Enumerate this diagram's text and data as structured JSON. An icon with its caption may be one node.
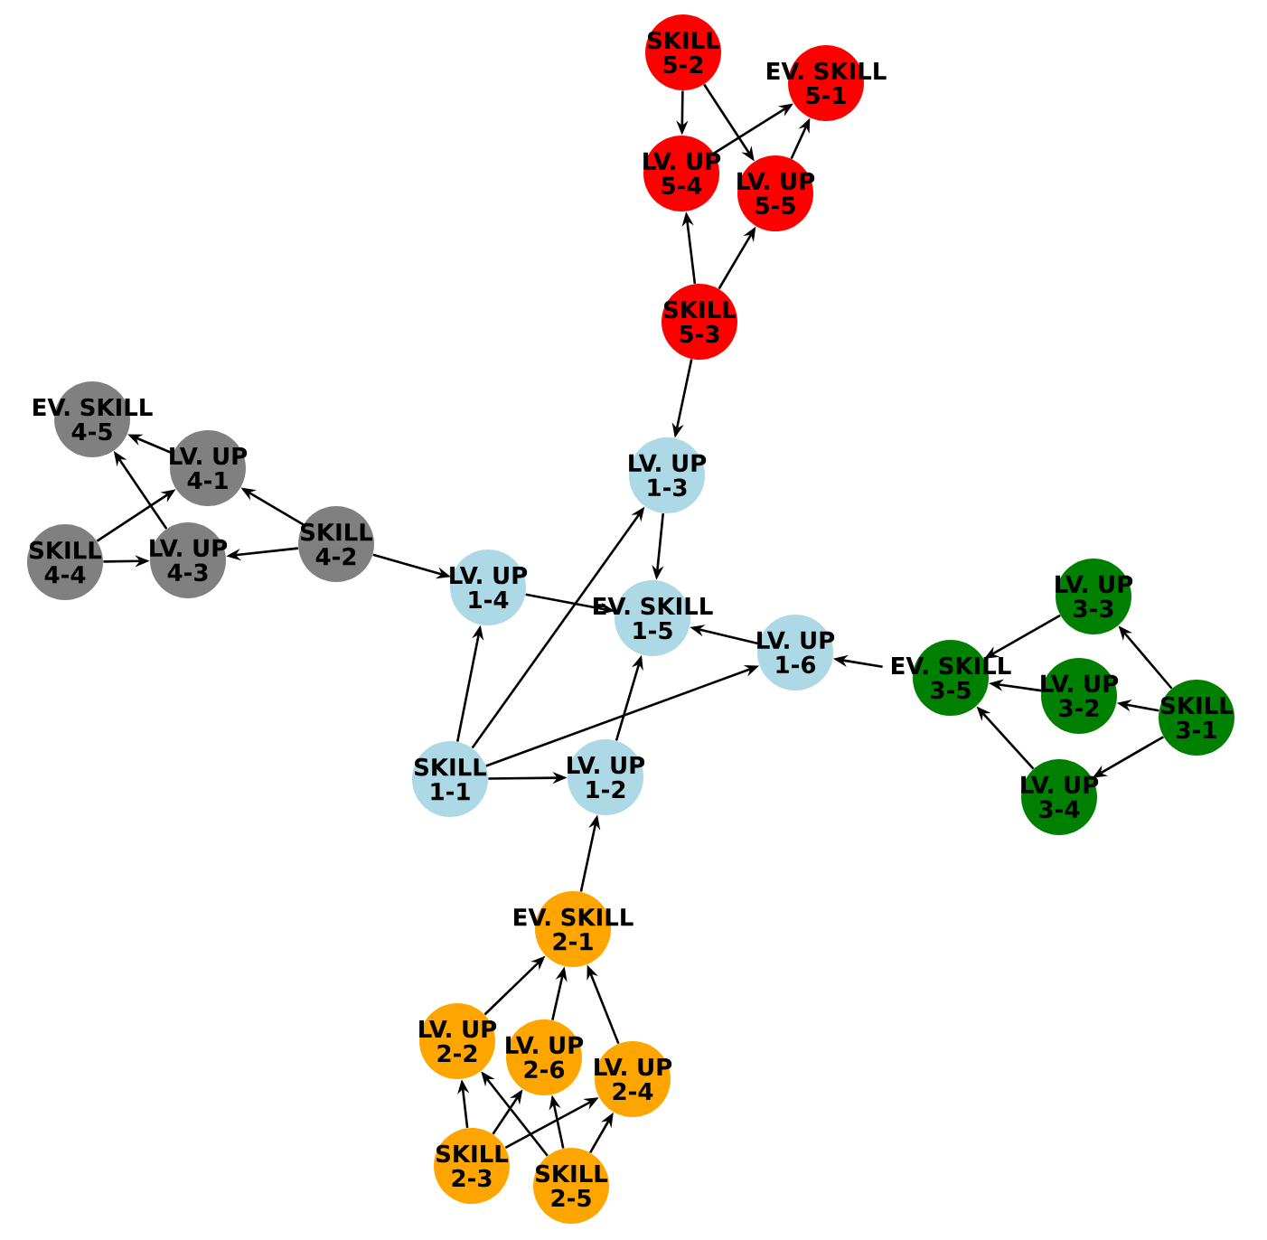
{
  "diagram": {
    "nodes": [
      {
        "text": [
          "SKILL 5-2"
        ]
      },
      {
        "text": [
          "EV. SKILL 5-1"
        ]
      },
      {
        "text": [
          "LV. UP 5-4"
        ]
      },
      {
        "text": [
          "LV. UP 5-5"
        ]
      },
      {
        "text": [
          "SKILL 5-3"
        ]
      },
      {
        "text": [
          "EV. SKILL 4-5"
        ]
      },
      {
        "text": [
          "LV. UP 4-1"
        ]
      },
      {
        "text": [
          "LV. UP 1-3"
        ]
      },
      {
        "text": [
          "SKILL 4-2"
        ]
      },
      {
        "text": [
          "SKILL 4-4"
        ]
      },
      {
        "text": [
          "LV. UP 4-3"
        ]
      },
      {
        "text": [
          "LV. UP 1-4"
        ]
      },
      {
        "text": [
          "LV. UP 3-3"
        ]
      },
      {
        "text": [
          "EV. SKILL 1-5"
        ]
      },
      {
        "text": [
          "LV. UP 1-6"
        ]
      },
      {
        "text": [
          "EV. SKILL 3-5"
        ]
      },
      {
        "text": [
          "LV. UP 3-2"
        ]
      },
      {
        "text": [
          "SKILL 3-1"
        ]
      },
      {
        "text": [
          "SKILL 1-1"
        ]
      },
      {
        "text": [
          "LV. UP 1-2"
        ]
      },
      {
        "text": [
          "LV. UP 3-4"
        ]
      },
      {
        "text": [
          "EV. SKILL 2-1"
        ]
      },
      {
        "text": [
          "LV. UP 2-2"
        ]
      },
      {
        "text": [
          "LV. UP 2-6"
        ]
      },
      {
        "text": [
          "LV. UP 2-4"
        ]
      },
      {
        "text": [
          "SKILL 2-3"
        ]
      },
      {
        "text": [
          "SKILL 2-5"
        ]
      }
    ],
    "edges": [
      {
        "from": 0,
        "to": 2,
        "arrow": "to"
      },
      {
        "from": 0,
        "to": 3,
        "arrow": "to"
      },
      {
        "from": 2,
        "to": 1,
        "arrow": "to"
      },
      {
        "from": 3,
        "to": 1,
        "arrow": "to"
      },
      {
        "from": 4,
        "to": 2,
        "arrow": "to"
      },
      {
        "from": 4,
        "to": 3,
        "arrow": "to"
      },
      {
        "from": 4,
        "to": 7,
        "arrow": "to"
      },
      {
        "from": 6,
        "to": 5,
        "arrow": "to"
      },
      {
        "from": 10,
        "to": 5,
        "arrow": "to"
      },
      {
        "from": 9,
        "to": 6,
        "arrow": "to"
      },
      {
        "from": 9,
        "to": 10,
        "arrow": "to"
      },
      {
        "from": 8,
        "to": 6,
        "arrow": "to"
      },
      {
        "from": 8,
        "to": 10,
        "arrow": "to"
      },
      {
        "from": 8,
        "to": 11,
        "arrow": "to"
      },
      {
        "from": 7,
        "to": 13,
        "arrow": "to"
      },
      {
        "from": 11,
        "to": 13,
        "arrow": "to"
      },
      {
        "from": 14,
        "to": 13,
        "arrow": "to"
      },
      {
        "from": 18,
        "to": 11,
        "arrow": "to"
      },
      {
        "from": 18,
        "to": 7,
        "arrow": "to"
      },
      {
        "from": 18,
        "to": 14,
        "arrow": "to"
      },
      {
        "from": 18,
        "to": 19,
        "arrow": "to"
      },
      {
        "from": 19,
        "to": 13,
        "arrow": "to"
      },
      {
        "from": 15,
        "to": 14,
        "arrow": "to"
      },
      {
        "from": 21,
        "to": 19,
        "arrow": "to"
      },
      {
        "from": 12,
        "to": 15,
        "arrow": "to"
      },
      {
        "from": 16,
        "to": 15,
        "arrow": "to"
      },
      {
        "from": 20,
        "to": 15,
        "arrow": "to"
      },
      {
        "from": 17,
        "to": 12,
        "arrow": "to"
      },
      {
        "from": 17,
        "to": 16,
        "arrow": "to"
      },
      {
        "from": 17,
        "to": 20,
        "arrow": "to"
      },
      {
        "from": 22,
        "to": 21,
        "arrow": "to"
      },
      {
        "from": 23,
        "to": 21,
        "arrow": "to"
      },
      {
        "from": 24,
        "to": 21,
        "arrow": "to"
      },
      {
        "from": 25,
        "to": 22,
        "arrow": "to"
      },
      {
        "from": 25,
        "to": 23,
        "arrow": "to"
      },
      {
        "from": 25,
        "to": 24,
        "arrow": "to"
      },
      {
        "from": 26,
        "to": 22,
        "arrow": "to"
      },
      {
        "from": 26,
        "to": 23,
        "arrow": "to"
      },
      {
        "from": 26,
        "to": 24,
        "arrow": "to"
      }
    ]
  }
}
